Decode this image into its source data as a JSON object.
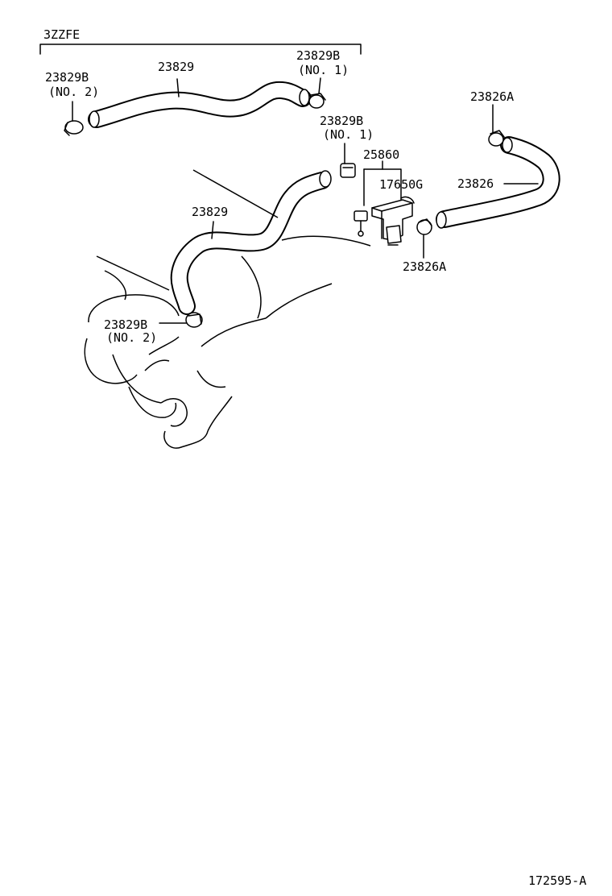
{
  "diagram": {
    "engine_label": "3ZZFE",
    "figure_id": "172595-A",
    "labels": {
      "hose_upper": "23829",
      "clamp_upper_left": "23829B",
      "clamp_upper_left_no": "(NO. 2)",
      "clamp_upper_right": "23829B",
      "clamp_upper_right_no": "(NO. 1)",
      "clamp_mid": "23829B",
      "clamp_mid_no": "(NO. 1)",
      "valve_assembly": "25860",
      "vsv": "17650G",
      "clamp_right_top": "23826A",
      "hose_right": "23826",
      "clamp_right_bottom": "23826A",
      "hose_lower": "23829",
      "clamp_lower": "23829B",
      "clamp_lower_no": "(NO. 2)"
    }
  }
}
